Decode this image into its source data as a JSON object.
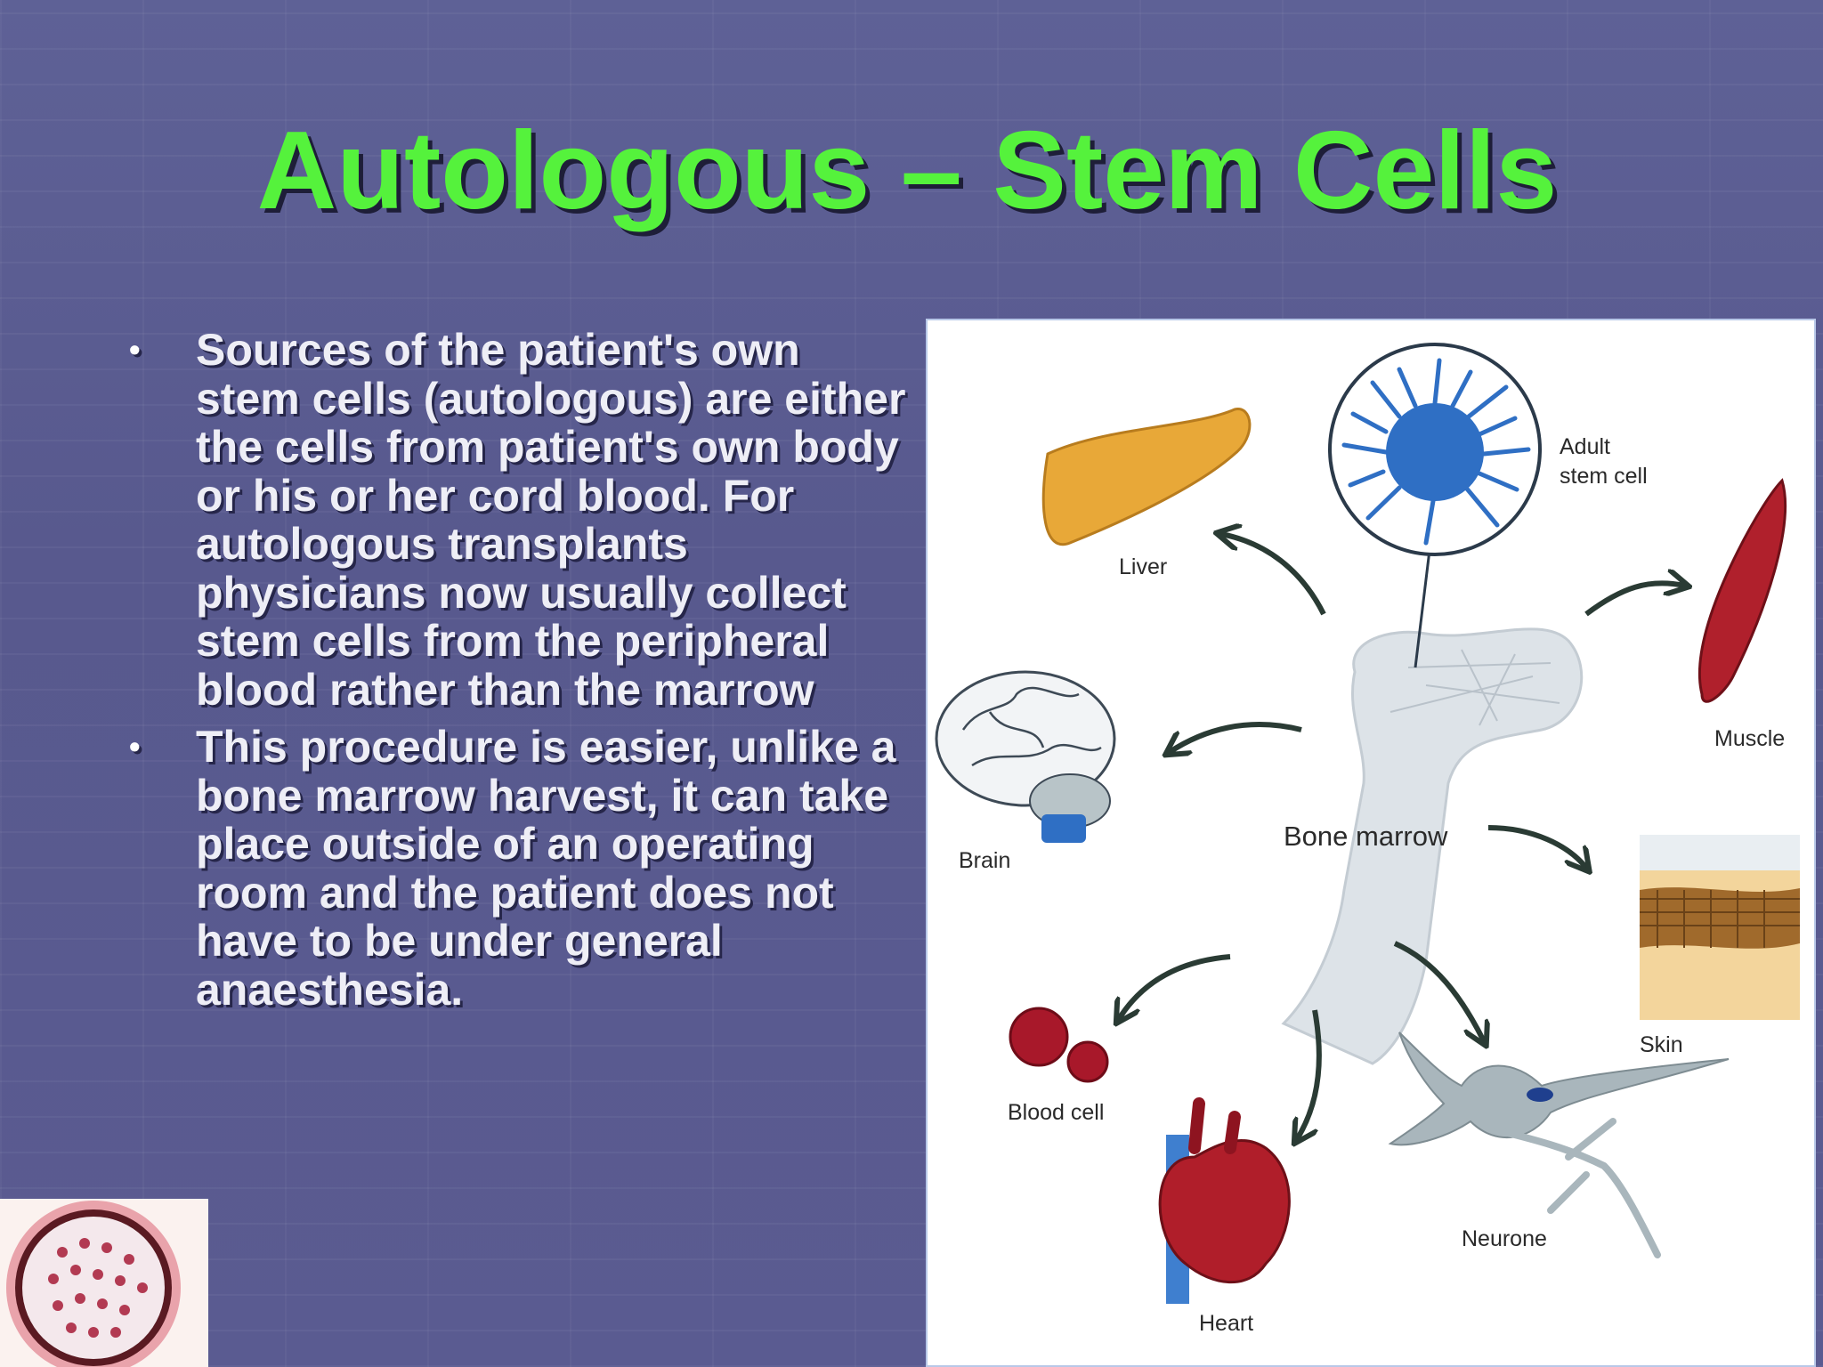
{
  "slide": {
    "title": "Autologous – Stem Cells",
    "bullets": [
      "Sources of the patient's own stem cells (autologous) are either the cells from patient's own body or his or her cord blood. For autologous transplants physicians now usually collect stem cells from the peripheral blood rather than the marrow",
      " This procedure is easier, unlike a bone marrow harvest, it can take place outside of an operating room and the patient does not have to be under general anaesthesia."
    ],
    "bullet_glyph": "•"
  },
  "diagram": {
    "labels": {
      "adult_stem_cell_1": "Adult",
      "adult_stem_cell_2": "stem cell",
      "liver": "Liver",
      "muscle": "Muscle",
      "brain": "Brain",
      "bone_marrow": "Bone marrow",
      "skin": "Skin",
      "blood_cell": "Blood cell",
      "neurone": "Neurone",
      "heart": "Heart"
    }
  },
  "colors": {
    "title": "#55f23c",
    "text": "#eeeef6",
    "background": "#5a5b91"
  }
}
